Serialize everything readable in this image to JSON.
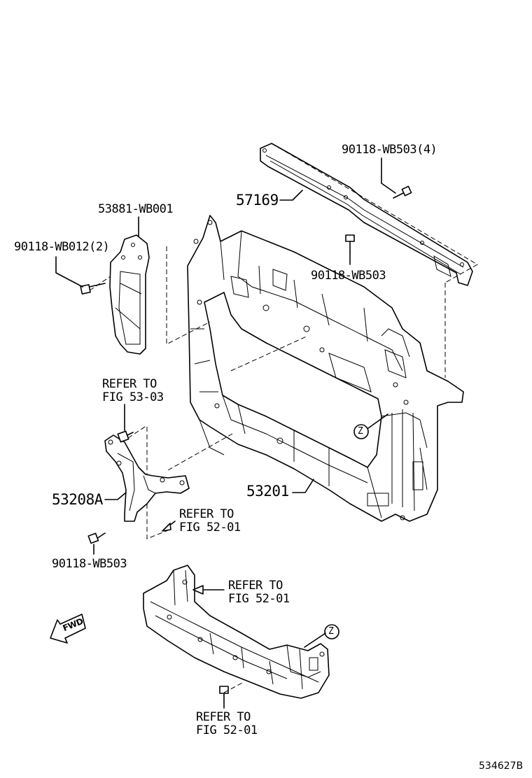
{
  "parts": {
    "upper_member": "57169",
    "upper_bolts": "90118-WB503(4)",
    "upper_bolt_single": "90118-WB503",
    "air_guide": "53881-WB001",
    "air_guide_bolts": "90118-WB012(2)",
    "support_panel": "53201",
    "side_bracket": "53208A",
    "side_bracket_bolt": "90118-WB503"
  },
  "refs": [
    {
      "line1": "REFER TO",
      "line2": "FIG 53-03"
    },
    {
      "line1": "REFER TO",
      "line2": "FIG 52-01"
    },
    {
      "line1": "REFER TO",
      "line2": "FIG 52-01"
    },
    {
      "line1": "REFER TO",
      "line2": "FIG 52-01"
    }
  ],
  "markers": {
    "z1": "Z",
    "z2": "Z"
  },
  "fwd_label": "FWD",
  "diagram_id": "534627B"
}
